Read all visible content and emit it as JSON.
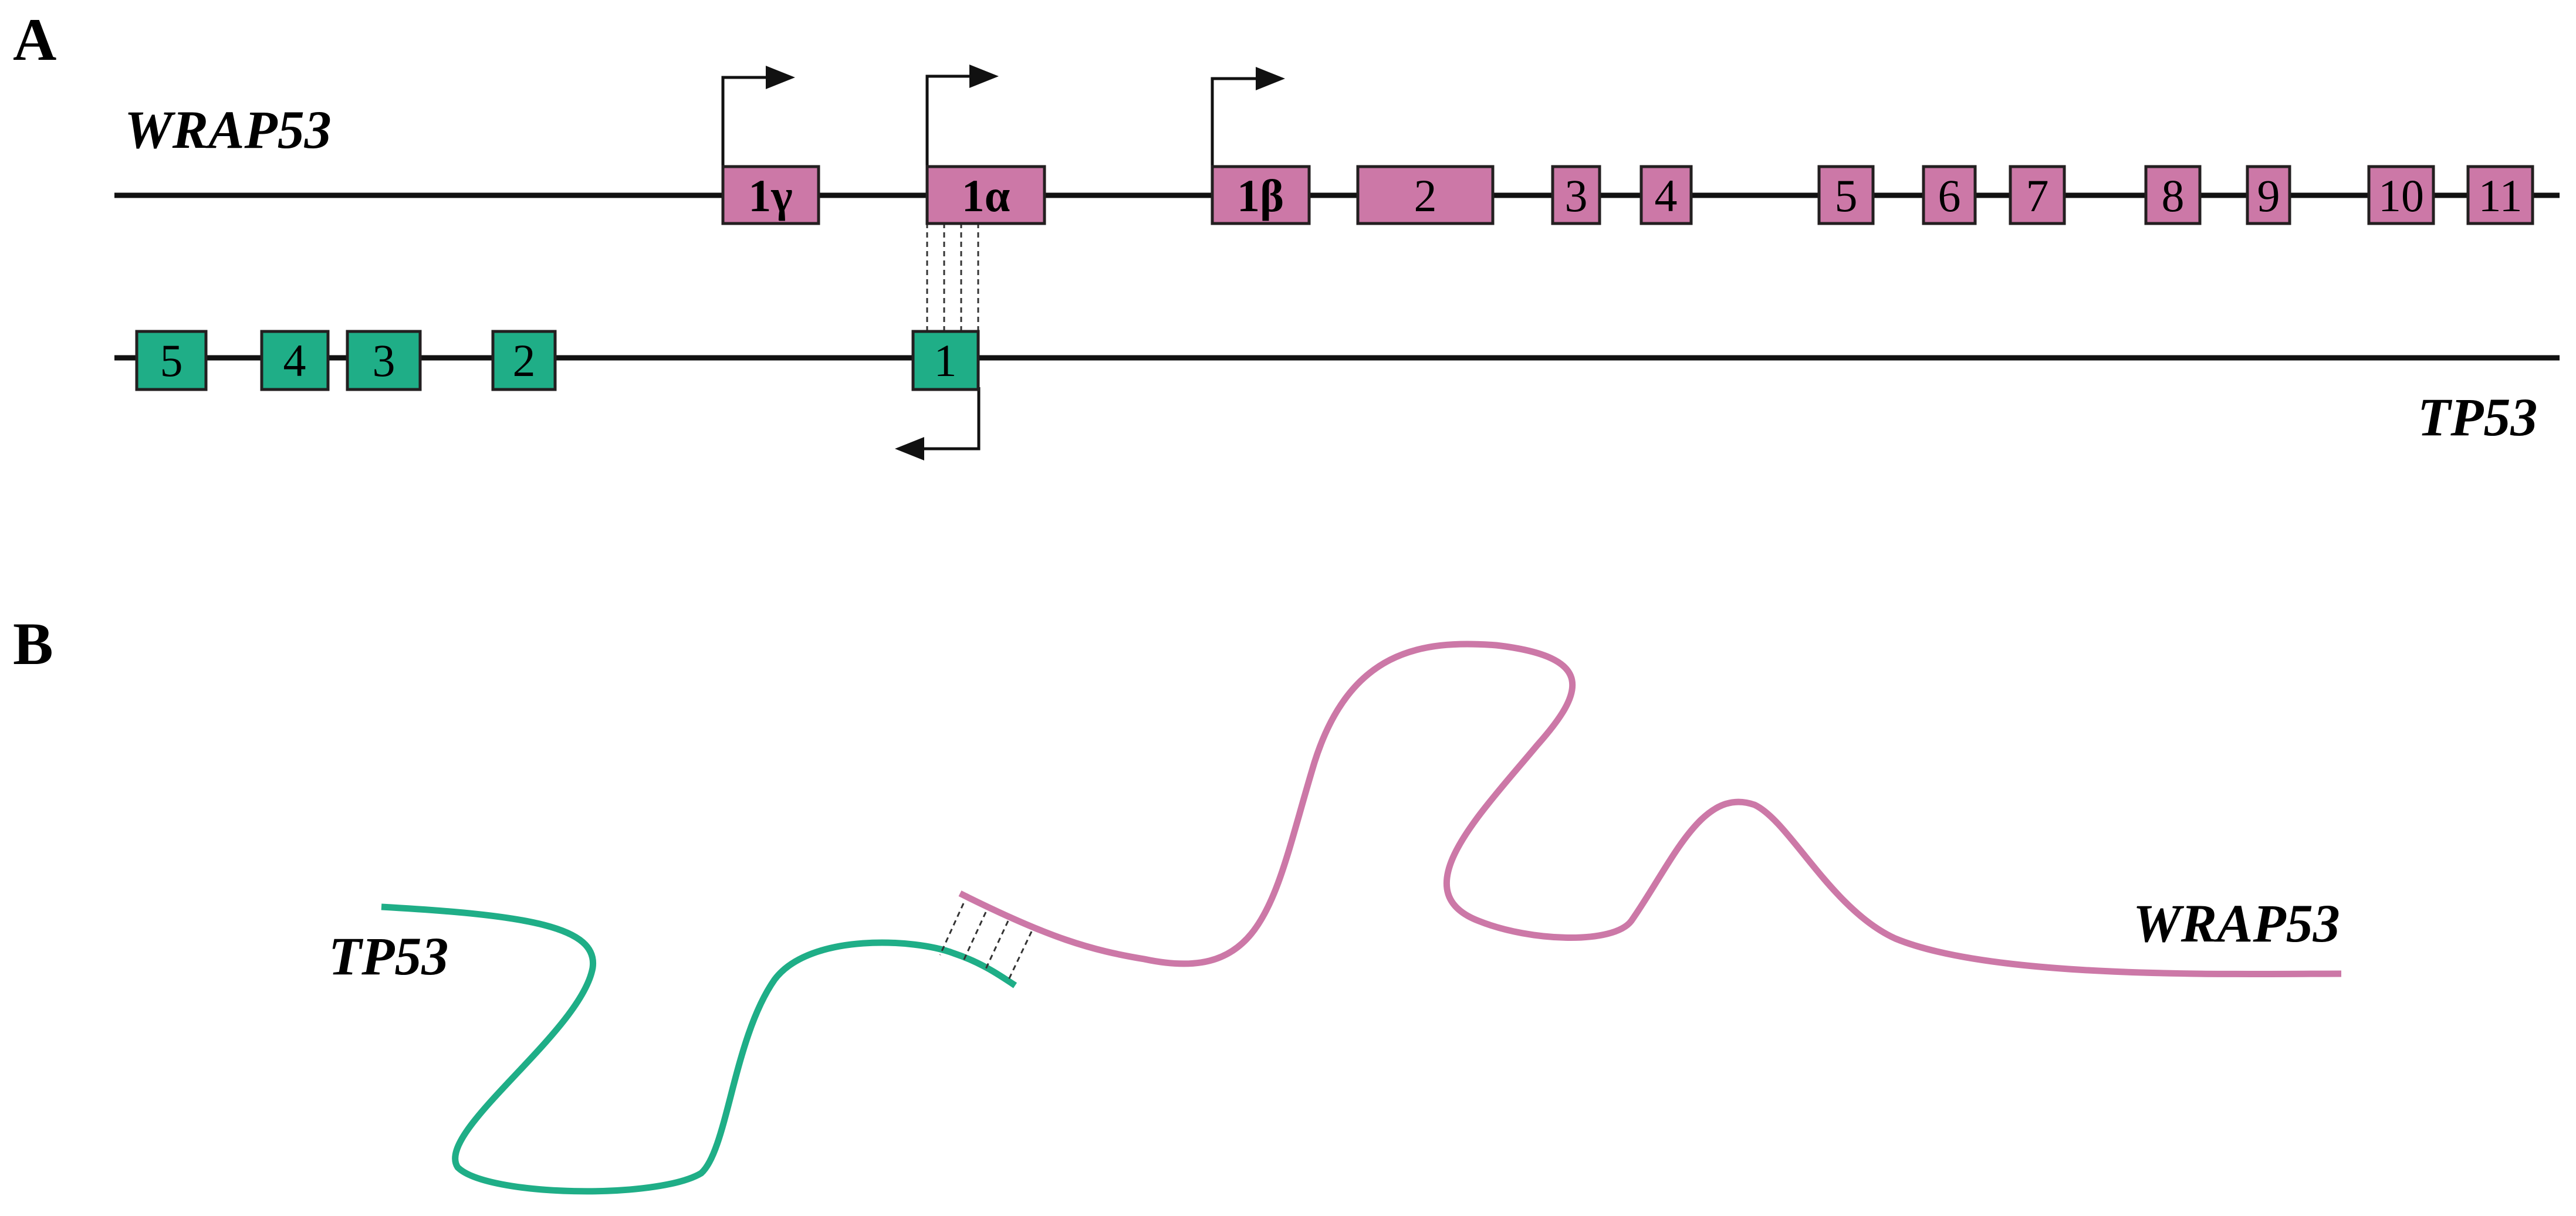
{
  "panels": {
    "a": {
      "label": "A"
    },
    "b": {
      "label": "B"
    }
  },
  "genes": {
    "wrap53": {
      "name": "WRAP53",
      "color": "#cc78a7"
    },
    "tp53": {
      "name": "TP53",
      "color": "#1fae87"
    }
  },
  "wrap53_exons": [
    "1γ",
    "1α",
    "1β",
    "2",
    "3",
    "4",
    "5",
    "6",
    "7",
    "8",
    "9",
    "10",
    "11"
  ],
  "tp53_exons": [
    "5",
    "4",
    "3",
    "2",
    "1"
  ],
  "panel_b": {
    "tp53_label": "TP53",
    "wrap53_label": "WRAP53"
  }
}
